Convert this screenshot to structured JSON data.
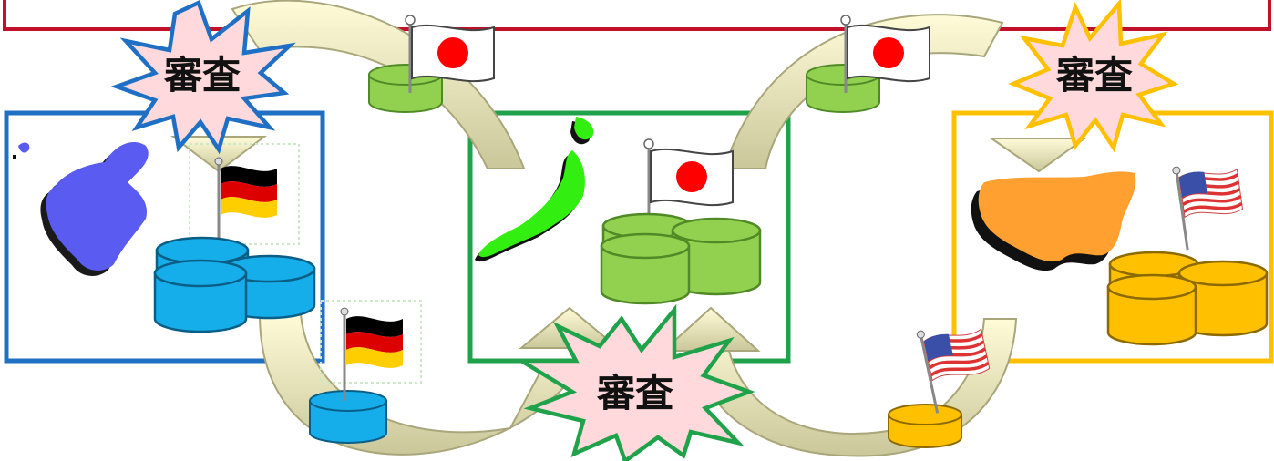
{
  "review_label": "審査",
  "regions": [
    {
      "name": "EU",
      "flag": "germany",
      "color": "#1f6fc5",
      "db_color": "#16aeea"
    },
    {
      "name": "Japan",
      "flag": "japan",
      "color": "#1fa24a",
      "db_color": "#92d050"
    },
    {
      "name": "USA",
      "flag": "usa",
      "color": "#ffc000",
      "db_color": "#ffc000"
    }
  ],
  "colors": {
    "banner_border": "#c0102a",
    "arrow_fill": "#cfcfa4",
    "arrow_highlight": "#fffbd2",
    "starburst_fill": "#ffd9dc",
    "europe_map": "#5a5bf0",
    "japan_map": "#33ee11",
    "usa_map": "#ffa030"
  },
  "icons": [
    "starburst-icon",
    "flag-icon",
    "database-icon",
    "map-icon",
    "curved-arrow-icon"
  ]
}
